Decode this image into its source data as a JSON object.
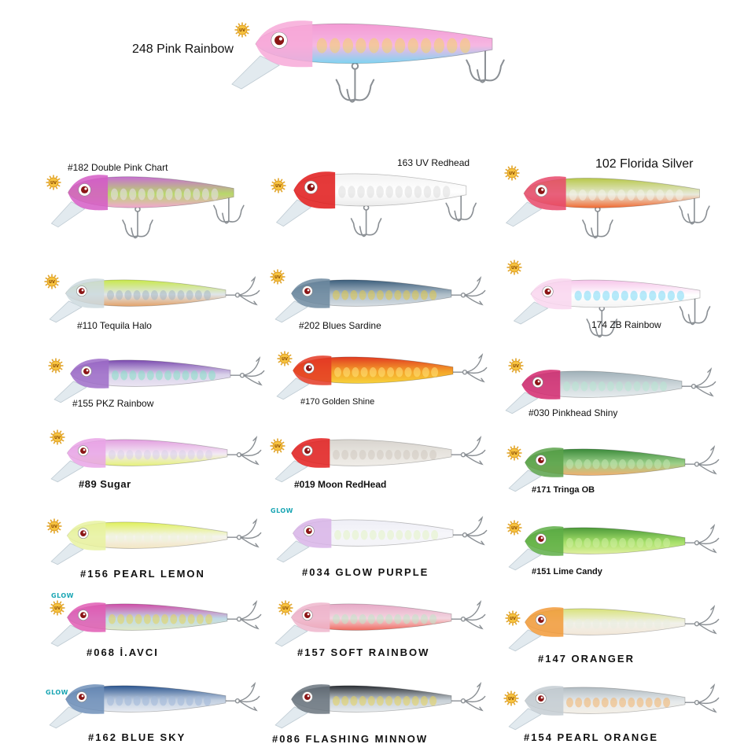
{
  "badges": {
    "uv_text": "UV",
    "glow_text": "GLOW"
  },
  "lures": [
    {
      "id": "248-pink-rainbow",
      "label": "248 Pink Rainbow",
      "badge": "uv",
      "colors": {
        "top": "#f39ad4",
        "mid": "#f6b7e2",
        "belly": "#7fd4f2",
        "head": "#f7a9d8",
        "stripe": "#f2d36a"
      }
    },
    {
      "id": "182-double-pink-chart",
      "label": "#182 Double Pink Chart",
      "badge": "uv",
      "colors": {
        "top": "#c86fd2",
        "mid": "#b8d86a",
        "belly": "#f2a7d2",
        "head": "#d55cc5",
        "stripe": "#e9e0f0"
      }
    },
    {
      "id": "163-uv-redhead",
      "label": "163 UV Redhead",
      "badge": "uv",
      "colors": {
        "top": "#f2f2f2",
        "mid": "#ffffff",
        "belly": "#ebebeb",
        "head": "#e01818",
        "stripe": "#dcdcdc"
      }
    },
    {
      "id": "102-florida-silver",
      "label": "102 Florida Silver",
      "badge": "uv",
      "colors": {
        "top": "#b8c84a",
        "mid": "#e8eadc",
        "belly": "#f06a32",
        "head": "#e8486a",
        "stripe": "#f3f3e8"
      }
    },
    {
      "id": "110-tequila-halo",
      "label": "#110 Tequila Halo",
      "badge": "uv",
      "colors": {
        "top": "#c8e84a",
        "mid": "#dfe6ea",
        "belly": "#e4a36a",
        "head": "#cdd9de",
        "stripe": "#a6b7c2"
      }
    },
    {
      "id": "202-blues-sardine",
      "label": "#202 Blues Sardine",
      "badge": "uv",
      "colors": {
        "top": "#3c5e7c",
        "mid": "#aebdc8",
        "belly": "#d8dfe4",
        "head": "#6d8aa0",
        "stripe": "#e0c948"
      }
    },
    {
      "id": "174-zb-rainbow",
      "label": "174 ZB Rainbow",
      "badge": "uv",
      "colors": {
        "top": "#f6c6ea",
        "mid": "#ffffff",
        "belly": "#f4f4f4",
        "head": "#f9d6ee",
        "stripe": "#7ad8f6"
      }
    },
    {
      "id": "155-pkz-rainbow",
      "label": "#155 PKZ Rainbow",
      "badge": "uv",
      "colors": {
        "top": "#7c4bb0",
        "mid": "#d9d2ea",
        "belly": "#eae4f2",
        "head": "#9d6cc8",
        "stripe": "#86e0c6"
      }
    },
    {
      "id": "170-golden-shine",
      "label": "#170 Golden Shine",
      "badge": "uv",
      "colors": {
        "top": "#e13a22",
        "mid": "#f4a329",
        "belly": "#f7d23c",
        "head": "#e43a24",
        "stripe": "#ffe27a"
      }
    },
    {
      "id": "030-pinkhead-shiny",
      "label": "#030 Pinkhead Shiny",
      "badge": "uv",
      "colors": {
        "top": "#9fb0b8",
        "mid": "#cfd8dc",
        "belly": "#e6ecee",
        "head": "#d4286e",
        "stripe": "#b6e6d2"
      }
    },
    {
      "id": "89-sugar",
      "label": "#89 Sugar",
      "badge": "uv",
      "colors": {
        "top": "#e39ee0",
        "mid": "#f2eaf4",
        "belly": "#e6f27a",
        "head": "#e9a4e6",
        "stripe": "#d8d0e8"
      }
    },
    {
      "id": "019-moon-redhead",
      "label": "#019 Moon RedHead",
      "badge": "uv",
      "colors": {
        "top": "#d8d4ce",
        "mid": "#e8e5e0",
        "belly": "#efece7",
        "head": "#e31d1d",
        "stripe": "#cfc8c0"
      }
    },
    {
      "id": "171-tringa-ob",
      "label": "#171 Tringa OB",
      "badge": "uv",
      "colors": {
        "top": "#3a8a3a",
        "mid": "#9cd08a",
        "belly": "#f0b070",
        "head": "#5aa24a",
        "stripe": "#c4e6b0"
      }
    },
    {
      "id": "156-pearl-lemon",
      "label": "#156 PEARL LEMON",
      "badge": "uv",
      "colors": {
        "top": "#dff05a",
        "mid": "#f4f4ee",
        "belly": "#f3e6c2",
        "head": "#e8f2a0",
        "stripe": "#eef2d8"
      }
    },
    {
      "id": "034-glow-purple",
      "label": "#034 GLOW PURPLE",
      "badge": "glow",
      "colors": {
        "top": "#eeeef6",
        "mid": "#f6f6fa",
        "belly": "#f3f3f7",
        "head": "#d8b4e8",
        "stripe": "#e2f2c4"
      }
    },
    {
      "id": "151-lime-candy",
      "label": "#151 Lime Candy",
      "badge": "uv",
      "colors": {
        "top": "#4c9a3a",
        "mid": "#a6e06a",
        "belly": "#e2f0a0",
        "head": "#5eae46",
        "stripe": "#cfeea0"
      }
    },
    {
      "id": "068-i-avci",
      "label": "#068 İ.AVCI",
      "badge": "glow",
      "colors": {
        "top": "#d14ca8",
        "mid": "#bfd9e6",
        "belly": "#dfe9c8",
        "head": "#e05cb4",
        "stripe": "#e6d35a"
      }
    },
    {
      "id": "157-soft-rainbow",
      "label": "#157 SOFT RAINBOW",
      "badge": "uv",
      "colors": {
        "top": "#e6a8c6",
        "mid": "#f3d6e0",
        "belly": "#f06a5e",
        "head": "#eeb6cc",
        "stripe": "#bfe6c8"
      }
    },
    {
      "id": "147-oranger",
      "label": "#147 ORANGER",
      "badge": "uv",
      "colors": {
        "top": "#d8e27a",
        "mid": "#f1f1ea",
        "belly": "#f2e7d8",
        "head": "#f29a38",
        "stripe": "#e9ede0"
      }
    },
    {
      "id": "162-blue-sky",
      "label": "#162 BLUE SKY",
      "badge": "glow",
      "colors": {
        "top": "#2c5690",
        "mid": "#c2cfe0",
        "belly": "#e8ecf2",
        "head": "#6f8fb8",
        "stripe": "#9fb6d8"
      }
    },
    {
      "id": "086-flashing-minnow",
      "label": "#086 FLASHING MINNOW",
      "badge": "none",
      "colors": {
        "top": "#2a2e34",
        "mid": "#c8d0d6",
        "belly": "#e8ecee",
        "head": "#6a747e",
        "stripe": "#e6d25a"
      }
    },
    {
      "id": "154-pearl-orange",
      "label": "#154 PEARL ORANGE",
      "badge": "uv",
      "colors": {
        "top": "#b2bcc2",
        "mid": "#e6eaec",
        "belly": "#f4efe6",
        "head": "#c4ccd2",
        "stripe": "#f2b26a"
      }
    }
  ]
}
